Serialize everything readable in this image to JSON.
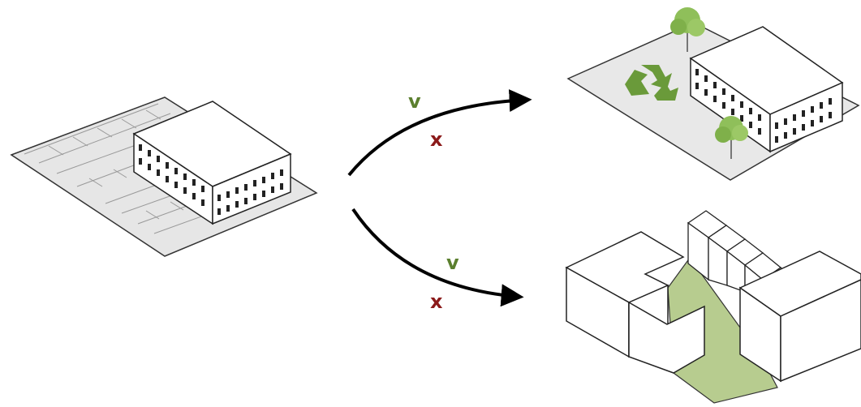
{
  "diagram": {
    "marks": {
      "upper_check": "v",
      "upper_cross": "x",
      "lower_check": "v",
      "lower_cross": "x"
    },
    "icons": [
      "recycle-icon",
      "tree-icon"
    ],
    "colors": {
      "check": "#5b7f2e",
      "cross": "#8b1a1a",
      "green_fill": "#b7cc8f",
      "recycle": "#6a9a3a",
      "tree": "#8fbf5a",
      "ground": "#e8e8e8",
      "line": "#000000"
    }
  }
}
